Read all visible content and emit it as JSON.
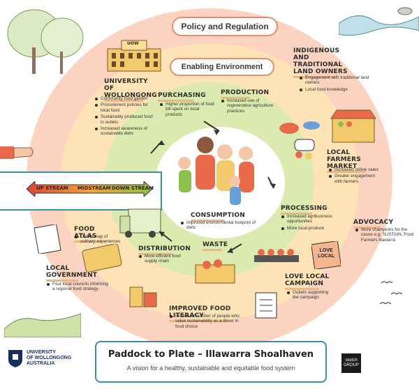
{
  "colors": {
    "outer_ring": "#fcd3c0",
    "middle_ring": "#fde3b6",
    "inner_ring": "#dceab0",
    "core": "#ffffff",
    "accent_teal": "#3a8fa6",
    "highlight": "#f5b27d"
  },
  "rings": {
    "policy": "Policy and Regulation",
    "enabling": "Enabling Environment"
  },
  "stream": {
    "up": "UP STREAM",
    "mid": "MIDSTREAM",
    "down": "DOWN STREAM"
  },
  "nodes": {
    "uow": {
      "title": "UNIVERSITY OF WOLLONGONG",
      "building_sign": "UOW",
      "points": [
        "Community food garden",
        "Procurement policies for local food",
        "Sustainably produced food in outlets",
        "Increased awareness of sustainable diets"
      ]
    },
    "indigenous": {
      "title": "INDIGENOUS AND TRADITIONAL LAND OWNERS",
      "points": [
        "Engagement with traditional land owners",
        "Local food knowledge"
      ]
    },
    "purchasing": {
      "title": "PURCHASING",
      "points": [
        "Higher proportion of food bill spent on local products"
      ]
    },
    "production": {
      "title": "PRODUCTION",
      "points": [
        "Increased use of regenerative agriculture practices"
      ]
    },
    "farmers": {
      "title": "LOCAL FARMERS MARKET",
      "points": [
        "Increased online sales",
        "Greater engagement with farmers"
      ]
    },
    "consumption": {
      "title": "CONSUMPTION",
      "points": [
        "Improved environmental footprint of diets"
      ]
    },
    "waste": {
      "title": "WASTE"
    },
    "processing": {
      "title": "PROCESSING",
      "points": [
        "Increased agribusiness opportunities",
        "More local produce"
      ]
    },
    "advocacy": {
      "title": "ADVOCACY",
      "points": [
        "More champions for the cause e.g. SUSTAIN, Food Farmers Illawarra"
      ]
    },
    "food_atlas": {
      "title": "FOOD ATLAS",
      "points": [
        "Online map of culinary experiences"
      ]
    },
    "distribution": {
      "title": "DISTRIBUTION",
      "points": [
        "More efficient food supply chain"
      ]
    },
    "local_gov": {
      "title": "LOCAL GOVERNMENT",
      "points": [
        "Four local councils informing a regional food strategy"
      ]
    },
    "love_local": {
      "title": "LOVE LOCAL CAMPAIGN",
      "sign": "LOVE LOCAL",
      "points": [
        "Outlets supporting the campaign"
      ]
    },
    "food_literacy": {
      "title": "IMPROVED FOOD LITERACY",
      "points": [
        "Increased number of people who value sustainability as a driver in food choice"
      ]
    }
  },
  "footer": {
    "title": "Paddock to Plate – Illawarra Shoalhaven",
    "subtitle": "A vision for a healthy, sustainable and equitable food system",
    "uow_logo": [
      "UNIVERSITY",
      "OF WOLLONGONG",
      "AUSTRALIA"
    ],
    "sketch_badge": [
      "sketch",
      "GROUP"
    ]
  }
}
